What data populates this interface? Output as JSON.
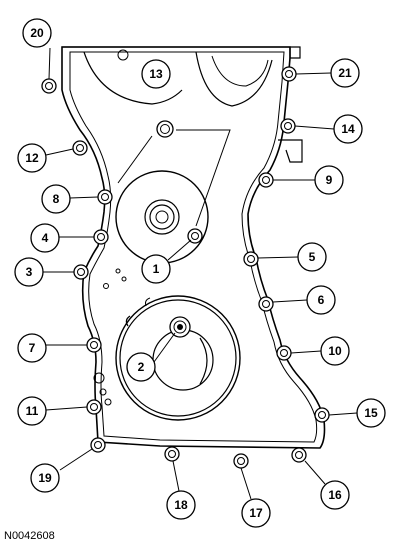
{
  "figure_id": "N0042608",
  "callouts": [
    {
      "label": "1"
    },
    {
      "label": "2"
    },
    {
      "label": "3"
    },
    {
      "label": "4"
    },
    {
      "label": "5"
    },
    {
      "label": "6"
    },
    {
      "label": "7"
    },
    {
      "label": "8"
    },
    {
      "label": "9"
    },
    {
      "label": "10"
    },
    {
      "label": "11"
    },
    {
      "label": "12"
    },
    {
      "label": "13"
    },
    {
      "label": "14"
    },
    {
      "label": "15"
    },
    {
      "label": "16"
    },
    {
      "label": "17"
    },
    {
      "label": "18"
    },
    {
      "label": "19"
    },
    {
      "label": "20"
    },
    {
      "label": "21"
    }
  ]
}
